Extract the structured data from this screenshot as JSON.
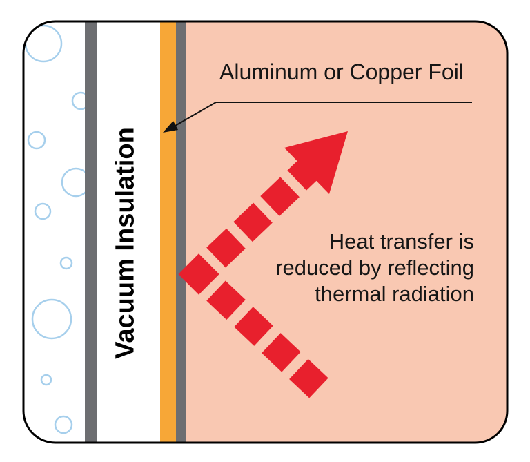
{
  "figure": {
    "labels": {
      "foil_callout": "Aluminum or Copper Foil",
      "vacuum_layer": "Vacuum Insulation",
      "heat_note": "Heat transfer is\nreduced by reflecting\nthermal radiation"
    },
    "colors": {
      "interior_pink": "#F9C8B2",
      "foil_orange": "#F7A737",
      "wall_gray": "#6D6E71",
      "radiation_red": "#E8202D",
      "bubble_blue": "#A6CFEC",
      "line_black": "#111111"
    }
  }
}
